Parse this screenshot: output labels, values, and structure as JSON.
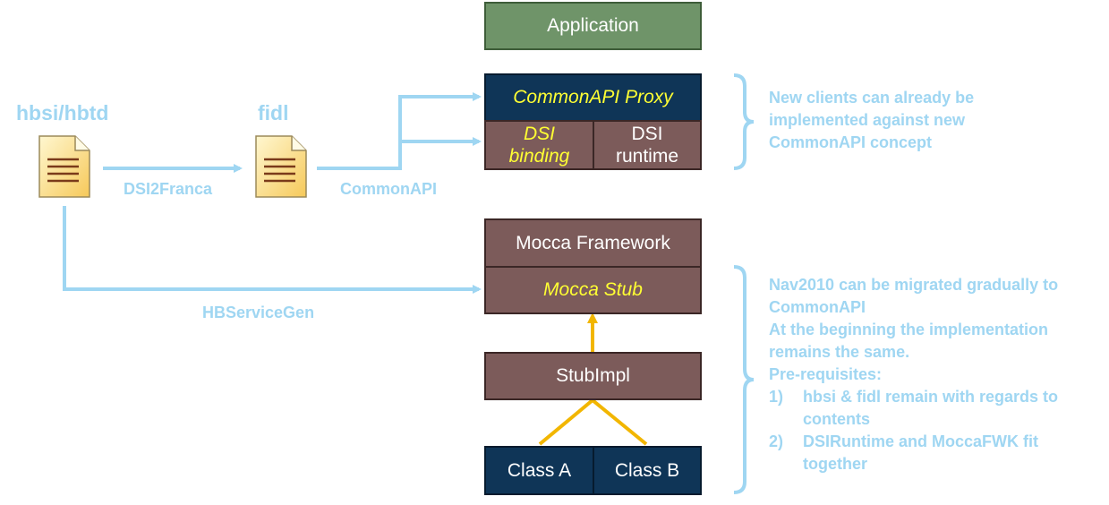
{
  "sources": {
    "hbsi": "hbsi/hbtd",
    "fidl": "fidl"
  },
  "edges": {
    "dsi2franca": "DSI2Franca",
    "commonapi": "CommonAPI",
    "hbservicegen": "HBServiceGen"
  },
  "stack_top": {
    "application": "Application",
    "proxy": "CommonAPI Proxy",
    "dsi_binding": "DSI\nbinding",
    "dsi_runtime": "DSI\nruntime"
  },
  "stack_bottom": {
    "mocca_framework": "Mocca Framework",
    "mocca_stub": "Mocca Stub",
    "stub_impl": "StubImpl",
    "class_a": "Class A",
    "class_b": "Class B"
  },
  "notes": {
    "top": "New clients can already be implemented against new CommonAPI concept",
    "bottom_intro": "Nav2010 can be migrated gradually to CommonAPI",
    "bottom_intro2": "At the beginning the implementation remains the same.",
    "prereq": "Pre-requisites:",
    "items": [
      {
        "num": "1)",
        "text": "hbsi & fidl remain with regards to contents"
      },
      {
        "num": "2)",
        "text": "DSIRuntime and MoccaFWK fit together"
      }
    ]
  },
  "colors": {
    "label_blue": "#9fd6f2",
    "brown_box": "#7c5b5a",
    "navy_box": "#0f3557",
    "green_box": "#6f9469",
    "yellow_text": "#ffff33",
    "arrow_orange": "#f2b600"
  }
}
